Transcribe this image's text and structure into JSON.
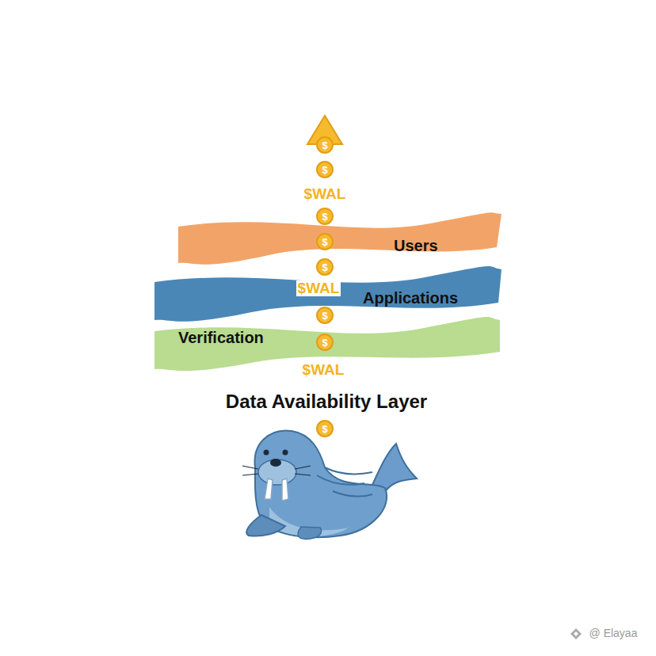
{
  "diagram": {
    "nodes": [
      {
        "text": [
          "Users"
        ]
      },
      {
        "text": [
          "Applications"
        ]
      },
      {
        "text": [
          "Verification"
        ]
      }
    ],
    "labels": [
      "$",
      "$",
      "$WAL",
      "$",
      "$",
      "$",
      "$WAL",
      "$",
      "$",
      "$WAL",
      "Data Availability Layer",
      "$",
      "@ Elayaa"
    ]
  }
}
